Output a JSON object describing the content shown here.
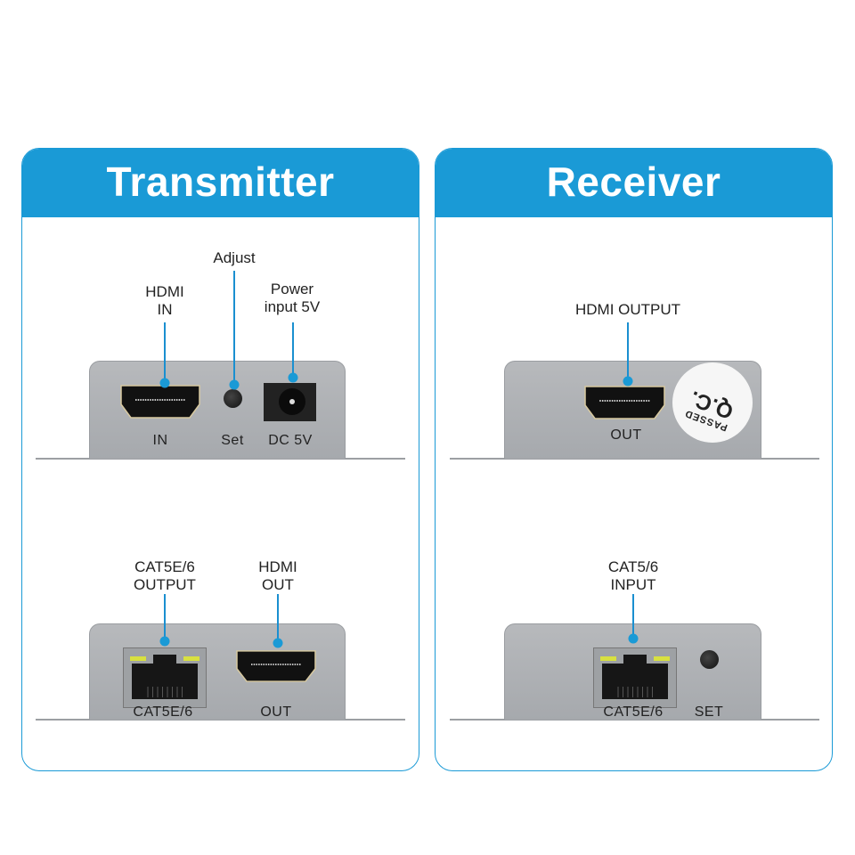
{
  "transmitter": {
    "title": "Transmitter",
    "top": {
      "callouts": {
        "hdmi_in": [
          "HDMI",
          "IN"
        ],
        "adjust": "Adjust",
        "power": [
          "Power",
          "input 5V"
        ]
      },
      "port_labels": {
        "hdmi": "IN",
        "set": "Set",
        "dc": "DC 5V"
      }
    },
    "bottom": {
      "callouts": {
        "cat": [
          "CAT5E/6",
          "OUTPUT"
        ],
        "hdmi_out": [
          "HDMI",
          "OUT"
        ]
      },
      "port_labels": {
        "rj45": "CAT5E/6",
        "hdmi": "OUT"
      }
    }
  },
  "receiver": {
    "title": "Receiver",
    "top": {
      "callouts": {
        "hdmi_output": "HDMI OUTPUT"
      },
      "port_labels": {
        "hdmi": "OUT"
      },
      "qc_sticker": {
        "line1": "Q.C.",
        "line2": "PASSED"
      }
    },
    "bottom": {
      "callouts": {
        "cat": [
          "CAT5/6",
          "INPUT"
        ]
      },
      "port_labels": {
        "rj45": "CAT5E/6",
        "set": "SET"
      }
    }
  },
  "colors": {
    "accent": "#1a9ad6",
    "device": "#b0b3b6"
  }
}
